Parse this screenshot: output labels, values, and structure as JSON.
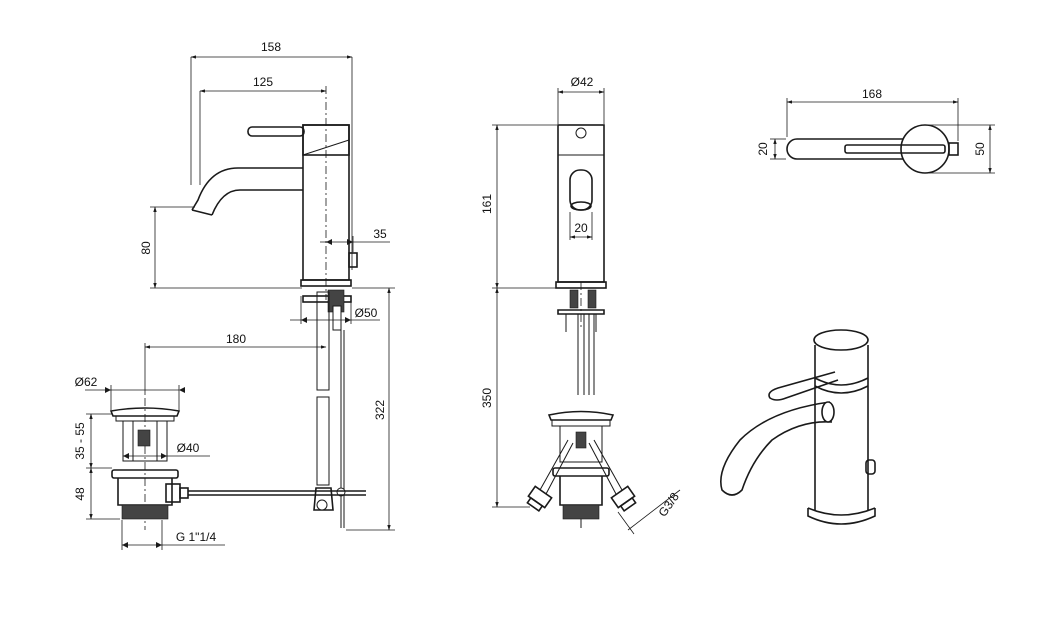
{
  "dimensions": {
    "side_view": {
      "overall_length": "158",
      "spout_reach": "125",
      "spout_height": "80",
      "popup_offset": "35",
      "base_diameter": "Ø50",
      "waste_distance": "180",
      "total_height": "322"
    },
    "waste": {
      "flange_diameter": "Ø62",
      "adjust_range": "35 - 55",
      "body_diameter": "Ø40",
      "body_height": "48",
      "thread": "G 1\"1/4"
    },
    "front_view": {
      "body_diameter": "Ø42",
      "body_height": "161",
      "outlet_width": "20",
      "hose_length": "350",
      "hose_thread": "G3/8"
    },
    "top_view": {
      "overall_length": "168",
      "handle_width": "20",
      "body_depth": "50"
    }
  },
  "colors": {
    "line": "#1a1a1a",
    "background": "#ffffff"
  }
}
